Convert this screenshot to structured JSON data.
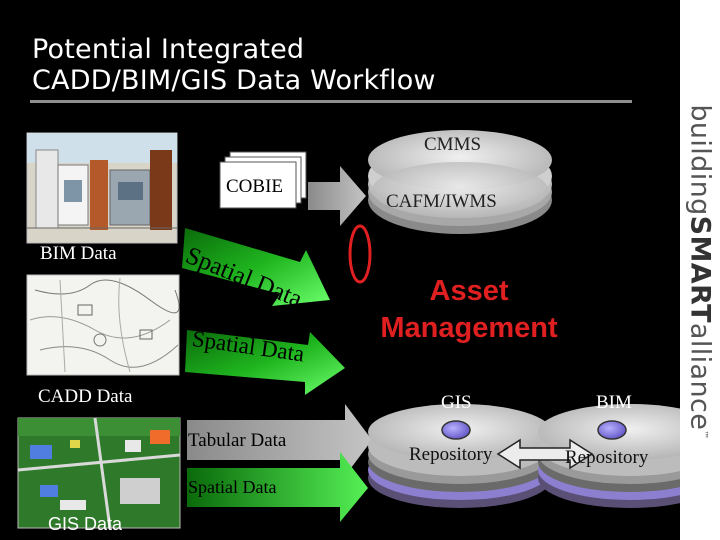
{
  "title": {
    "line1": "Potential Integrated",
    "line2": "CADD/BIM/GIS Data Workflow"
  },
  "branding": {
    "part1": "building",
    "part2": "SMART",
    "part3": "alliance",
    "trademark": "™"
  },
  "sources": {
    "bim": "BIM Data",
    "cadd": "CADD Data",
    "gis": "GIS Data"
  },
  "flows": {
    "cobie": "COBIE",
    "spatial1": "Spatial Data",
    "spatial2": "Spatial Data",
    "tabular": "Tabular Data",
    "spatial3": "Spatial Data"
  },
  "systems": {
    "cmms": "CMMS",
    "cafm": "CAFM/IWMS",
    "asset_line1": "Asset",
    "asset_line2": "Management",
    "gis_title": "GIS",
    "gis_repo": "Repository",
    "bim_title": "BIM",
    "bim_repo": "Repository"
  },
  "colors": {
    "background": "#000000",
    "asset_text": "#e02020",
    "arrow_gray": "#a6a6a6",
    "arrow_green": "#22c522",
    "disk_gray": "#c8c8c8",
    "disk_purple": "#8c7fd0",
    "marker_red": "#e02020"
  },
  "icons": [
    "document-stack-icon",
    "disk-stack-icon",
    "double-arrow-icon"
  ]
}
